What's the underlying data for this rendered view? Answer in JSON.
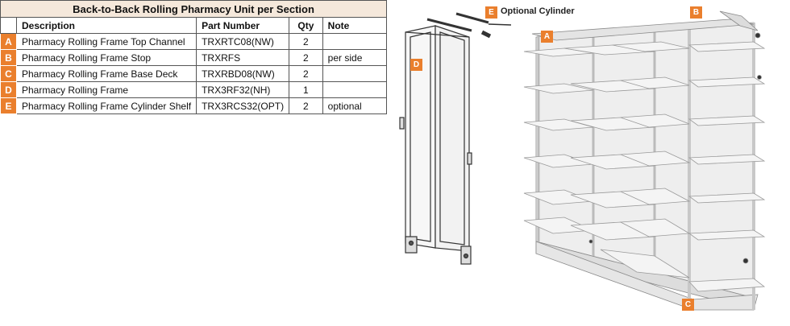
{
  "table": {
    "title": "Back-to-Back Rolling Pharmacy Unit per Section",
    "headers": {
      "description": "Description",
      "part_number": "Part Number",
      "qty": "Qty",
      "note": "Note"
    },
    "rows": [
      {
        "letter": "A",
        "description": "Pharmacy Rolling Frame Top Channel",
        "part_number": "TRXRTC08(NW)",
        "qty": "2",
        "note": ""
      },
      {
        "letter": "B",
        "description": "Pharmacy Rolling Frame Stop",
        "part_number": "TRXRFS",
        "qty": "2",
        "note": "per side"
      },
      {
        "letter": "C",
        "description": "Pharmacy Rolling Frame Base Deck",
        "part_number": "TRXRBD08(NW)",
        "qty": "2",
        "note": ""
      },
      {
        "letter": "D",
        "description": "Pharmacy Rolling Frame",
        "part_number": "TRX3RF32(NH)",
        "qty": "1",
        "note": ""
      },
      {
        "letter": "E",
        "description": "Pharmacy Rolling Frame Cylinder Shelf",
        "part_number": "TRX3RCS32(OPT)",
        "qty": "2",
        "note": "optional"
      }
    ]
  },
  "callouts": {
    "a": "A",
    "b": "B",
    "c": "C",
    "d": "D",
    "e": "E",
    "optional_cylinder": "Optional Cylinder"
  },
  "colors": {
    "accent": "#ea7f2d",
    "title_bg": "#f5e8db",
    "line": "#555555"
  },
  "illustration": {
    "shelf_rows": 7,
    "bays": 4
  }
}
